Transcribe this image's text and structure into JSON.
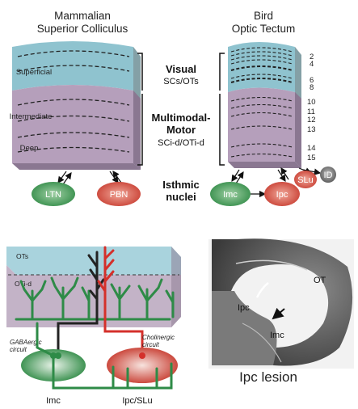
{
  "top_left": {
    "title_line1": "Mammalian",
    "title_line2": "Superior Colliculus",
    "layers": [
      "Superficial",
      "Intermediate",
      "Deep"
    ],
    "nuclei": [
      "LTN",
      "PBN"
    ]
  },
  "top_right": {
    "title_line1": "Bird",
    "title_line2": "Optic Tectum",
    "layer_numbers": [
      "2",
      "4",
      "6",
      "8",
      "10",
      "11",
      "12",
      "13",
      "14",
      "15"
    ],
    "nuclei": [
      "Imc",
      "Ipc",
      "SLu",
      "ID"
    ]
  },
  "middle_labels": {
    "visual": "Visual",
    "visual_sub": "SCs/OTs",
    "multimodal_line1": "Multimodal-",
    "multimodal_line2": "Motor",
    "multimodal_sub": "SCi-d/OTi-d",
    "isthmic_line1": "Isthmic",
    "isthmic_line2": "nuclei"
  },
  "circuit": {
    "ots": "OTs",
    "oti_d": "OTi-d",
    "gaba_line1": "GABAergic",
    "gaba_line2": "circuit",
    "chol_line1": "Cholinergic",
    "chol_line2": "circuit",
    "imc": "Imc",
    "ipc_slu": "Ipc/SLu"
  },
  "photo": {
    "ot": "OT",
    "ipc": "Ipc",
    "imc": "Imc",
    "caption": "Ipc lesion"
  },
  "colors": {
    "visual_layer": "#8fc3cf",
    "multimodal_layer": "#b59fbb",
    "gaba_green": "#2e8b47",
    "chol_red": "#d4302b"
  }
}
